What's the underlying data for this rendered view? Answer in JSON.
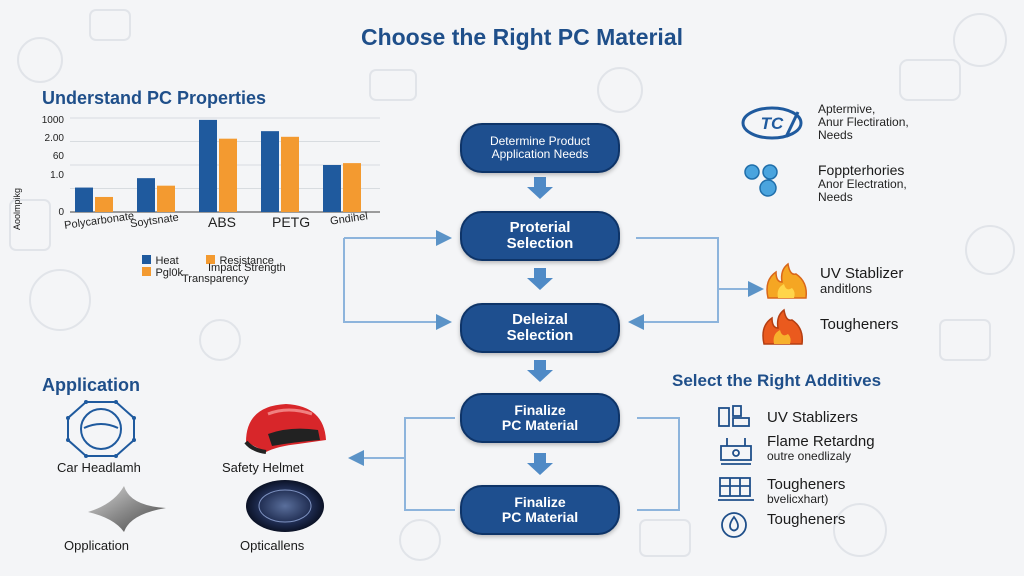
{
  "title": "Choose the Right PC Material",
  "properties": {
    "title": "Understand PC Properties",
    "yaxis_label": "Aoolmpikg",
    "legend": [
      "Heat",
      "Resistance",
      "Pgl0k",
      "Impact Strength",
      "Transparency"
    ]
  },
  "chart_data": {
    "type": "bar",
    "title": "Understand PC Properties",
    "ylabel": "Aoolmpikg",
    "categories": [
      "Polycarbonate",
      "Soytsnate",
      "ABS",
      "PETG",
      "Gndihel"
    ],
    "y_tick_labels": [
      "0",
      "1.0",
      "60",
      "2.00",
      "1000"
    ],
    "series": [
      {
        "name": "Heat",
        "values": [
          1.3,
          1.8,
          4.9,
          4.3,
          2.5
        ]
      },
      {
        "name": "Resistance",
        "values": [
          0.8,
          1.4,
          3.9,
          4.0,
          2.6
        ]
      }
    ],
    "ylim": [
      0,
      5
    ],
    "grid": true,
    "colors": {
      "Heat": "#1f5a9e",
      "Resistance": "#f39a30"
    }
  },
  "flowchart": {
    "nodes": [
      [
        "Determine Product",
        "Application Needs"
      ],
      [
        "Proterial",
        "Selection"
      ],
      [
        "Deleizal",
        "Selection"
      ],
      [
        "Finalize",
        "PC Material"
      ],
      [
        "Finalize",
        "PC Material"
      ]
    ]
  },
  "application": {
    "title": "Application",
    "items": [
      "Car Headlamh",
      "Safety Helmet",
      "Opplication",
      "Opticallens"
    ]
  },
  "top_right": {
    "items": [
      {
        "lines": [
          "Aptermive,",
          "Anur Flectiration,",
          "Needs"
        ]
      },
      {
        "lines": [
          "Foppterhories",
          "Anor Electration,",
          "Needs"
        ]
      }
    ]
  },
  "mid_right": {
    "items": [
      {
        "title": "UV Stablizer",
        "sub": "anditlons"
      },
      {
        "title": "Tougheners",
        "sub": ""
      }
    ]
  },
  "additives": {
    "title": "Select the Right Additives",
    "items": [
      {
        "title": "UV Stablizers",
        "sub": ""
      },
      {
        "title": "Flame Retardng",
        "sub": "outre onedlizaly"
      },
      {
        "title": "Tougheners",
        "sub": "bvelicxhart)"
      },
      {
        "title": "Tougheners",
        "sub": ""
      }
    ]
  },
  "colors": {
    "brand": "#1f4f8a",
    "node": "#1e4f8f",
    "connector": "#5b93c7",
    "orange": "#f39a30"
  }
}
